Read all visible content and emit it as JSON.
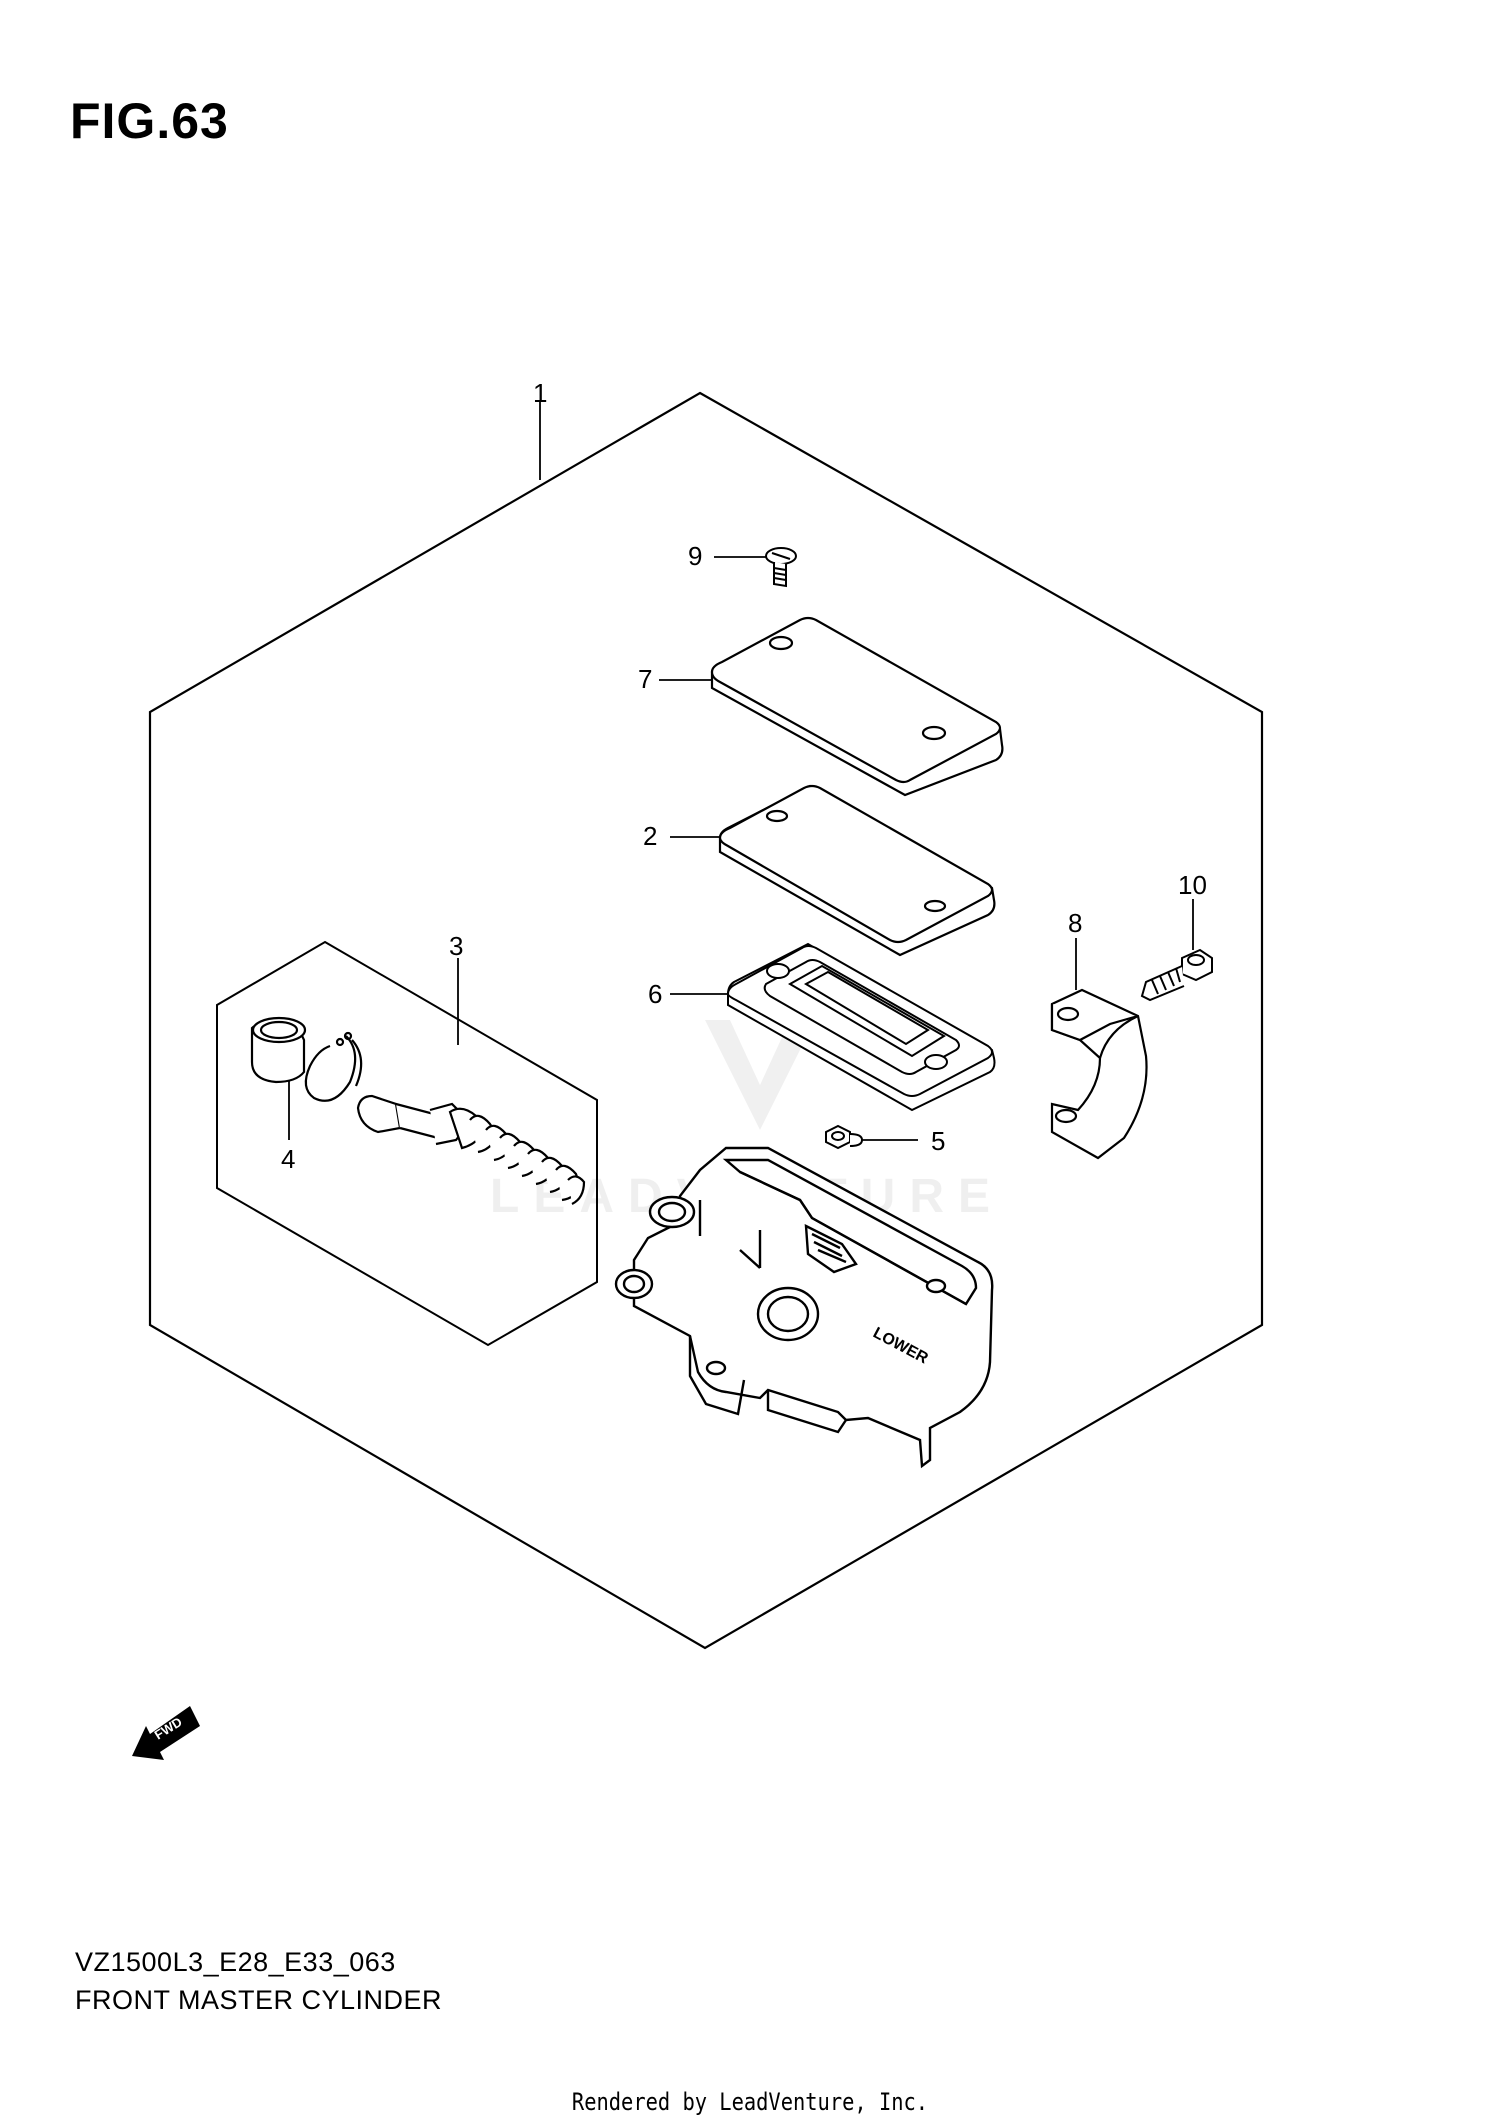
{
  "figure": {
    "title": "FIG.63",
    "model_code": "VZ1500L3_E28_E33_063",
    "diagram_title": "FRONT MASTER CYLINDER"
  },
  "callouts": [
    {
      "id": "part-1",
      "label": "1"
    },
    {
      "id": "part-2",
      "label": "2"
    },
    {
      "id": "part-3",
      "label": "3"
    },
    {
      "id": "part-4",
      "label": "4"
    },
    {
      "id": "part-5",
      "label": "5"
    },
    {
      "id": "part-6",
      "label": "6"
    },
    {
      "id": "part-7",
      "label": "7"
    },
    {
      "id": "part-8",
      "label": "8"
    },
    {
      "id": "part-9",
      "label": "9"
    },
    {
      "id": "part-10",
      "label": "10"
    }
  ],
  "direction_badge": "FWD",
  "housing_marking": "LOWER",
  "watermark": "LEADVENTURE",
  "footer": "Rendered by LeadVenture, Inc."
}
